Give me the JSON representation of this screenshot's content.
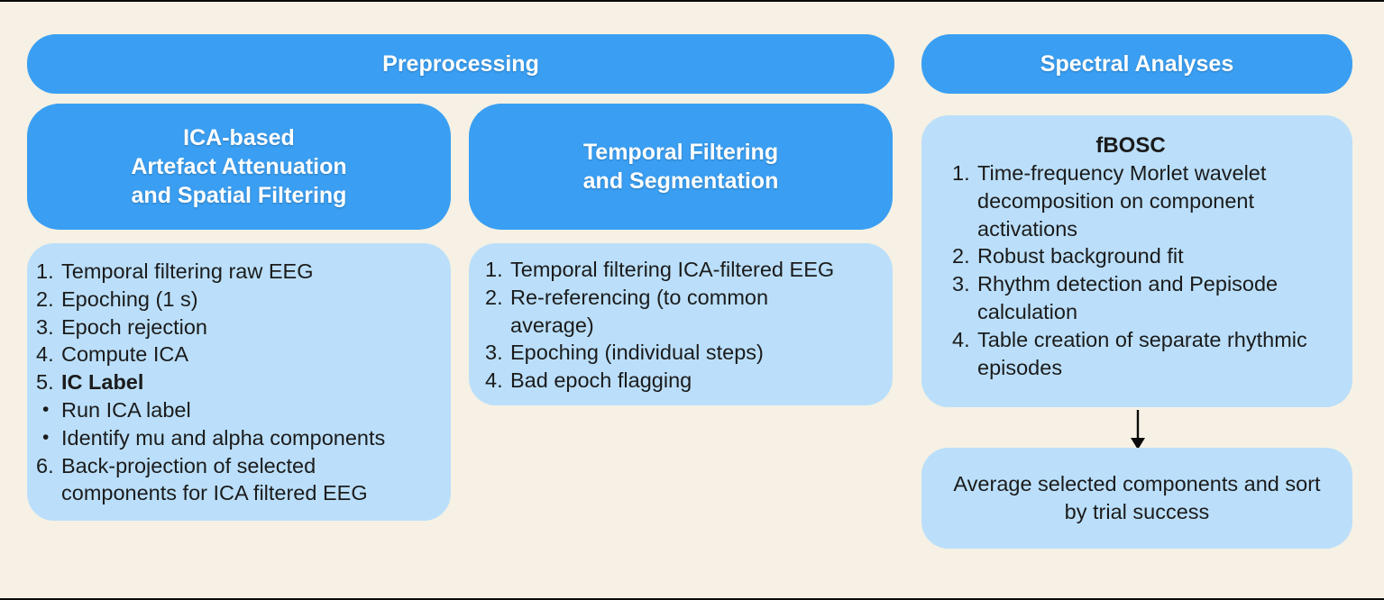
{
  "colors": {
    "header_blue": "#3A9FF2",
    "content_light_blue": "#BBDFFA",
    "background_cream": "#F6F1E4",
    "text_dark": "#1b1b1b",
    "text_light": "#ffffff"
  },
  "preprocessing": {
    "title": "Preprocessing",
    "ica": {
      "title_lines": [
        "ICA-based",
        "Artefact Attenuation",
        "and Spatial Filtering"
      ],
      "items": [
        {
          "marker": "1.",
          "text": "Temporal filtering raw EEG"
        },
        {
          "marker": "2.",
          "text": "Epoching (1 s)"
        },
        {
          "marker": "3.",
          "text": "Epoch rejection"
        },
        {
          "marker": "4.",
          "text": "Compute ICA"
        },
        {
          "marker": "5.",
          "text": "IC Label"
        },
        {
          "marker": "•",
          "text": "Run ICA label"
        },
        {
          "marker": "•",
          "text": "Identify mu and alpha components"
        },
        {
          "marker": "6.",
          "text": "Back-projection of selected components for ICA filtered EEG"
        }
      ]
    },
    "temporal": {
      "title_lines": [
        "Temporal Filtering",
        "and Segmentation"
      ],
      "items": [
        {
          "marker": "1.",
          "text": "Temporal filtering ICA-filtered EEG"
        },
        {
          "marker": "2.",
          "text": "Re-referencing (to common average)"
        },
        {
          "marker": "3.",
          "text": "Epoching (individual steps)"
        },
        {
          "marker": "4.",
          "text": "Bad epoch flagging"
        }
      ]
    }
  },
  "spectral": {
    "title": "Spectral Analyses",
    "fbosc": {
      "title": "fBOSC",
      "items": [
        {
          "marker": "1.",
          "text": "Time-frequency Morlet wavelet decomposition on component activations"
        },
        {
          "marker": "2.",
          "text": "Robust background fit"
        },
        {
          "marker": "3.",
          "text": "Rhythm detection and Pepisode calculation"
        },
        {
          "marker": "4.",
          "text": "Table creation of separate rhythmic episodes"
        }
      ]
    },
    "average_box": {
      "text": "Average selected components and sort by trial success"
    }
  }
}
